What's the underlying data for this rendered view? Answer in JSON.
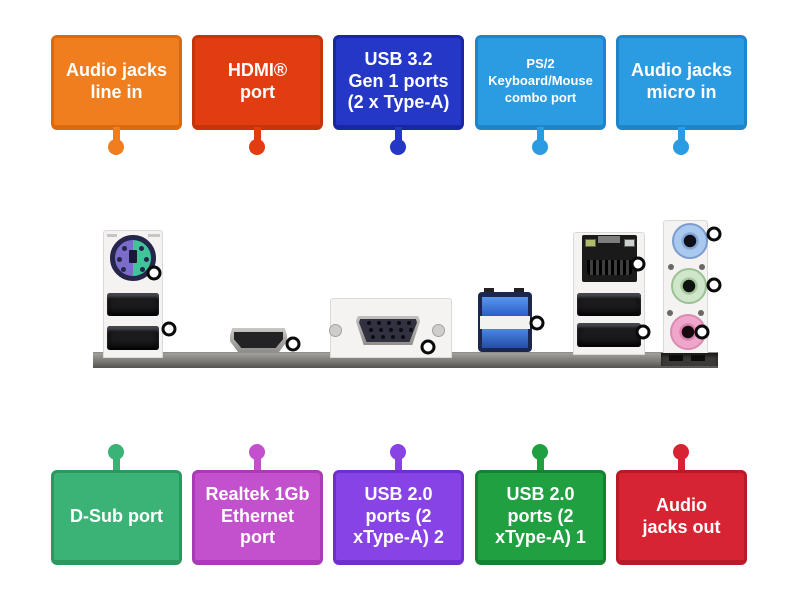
{
  "top_labels": [
    {
      "name": "audio-jacks-line-in",
      "text": "Audio jacks\nline in",
      "fill": "#F07D1E",
      "border": "#DB6A0D"
    },
    {
      "name": "hdmi-port",
      "text": "HDMI®\nport",
      "fill": "#E23D10",
      "border": "#C63409"
    },
    {
      "name": "usb32-gen1-ports",
      "text": "USB 3.2\nGen 1 ports\n(2 x Type-A)",
      "fill": "#2437C6",
      "border": "#1927A2"
    },
    {
      "name": "ps2-combo-port",
      "text": "PS/2\nKeyboard/Mouse\ncombo port",
      "fill": "#2B9BE2",
      "border": "#1E85C8"
    },
    {
      "name": "audio-jacks-micro-in",
      "text": "Audio jacks\nmicro in",
      "fill": "#2B9BE2",
      "border": "#1E85C8"
    }
  ],
  "bottom_labels": [
    {
      "name": "d-sub-port",
      "text": "D-Sub port",
      "fill": "#3BB377",
      "border": "#2E9760"
    },
    {
      "name": "realtek-ethernet-port",
      "text": "Realtek 1Gb\nEthernet\nport",
      "fill": "#C351CE",
      "border": "#A93BB4"
    },
    {
      "name": "usb20-ports-2",
      "text": "USB 2.0\nports (2\nxType-A) 2",
      "fill": "#8843E7",
      "border": "#6F2FCE"
    },
    {
      "name": "usb20-ports-1",
      "text": "USB 2.0\nports (2\nxType-A) 1",
      "fill": "#21A041",
      "border": "#178031"
    },
    {
      "name": "audio-jacks-out",
      "text": "Audio\njacks out",
      "fill": "#D62433",
      "border": "#B81A27"
    }
  ],
  "colors": {
    "label_text": "#ffffff",
    "background": "#ffffff",
    "marker_fill": "#ffffff",
    "marker_ring": "#0a0a0a",
    "board_bar": "#7b7975",
    "ps2_purple": "#7A6CC8",
    "ps2_green": "#3FC599",
    "usb3_blue": "#3B76D8",
    "line_in_jack": "#A9C9EF",
    "line_out_jack": "#CFE6CA",
    "mic_jack": "#F0A6CA"
  },
  "answer_targets": [
    "ps2-port",
    "usb2-left-ports",
    "hdmi-port",
    "d-sub-port",
    "usb3-ports",
    "ethernet-port",
    "usb2-right-ports",
    "line-in-jack",
    "line-out-jack",
    "mic-jack"
  ]
}
